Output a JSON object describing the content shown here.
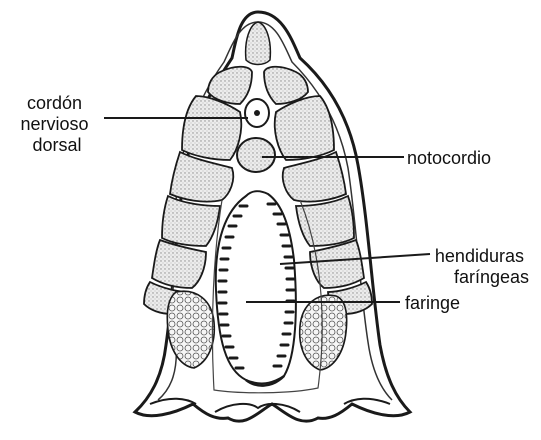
{
  "labels": {
    "nerve_cord": [
      "cordón",
      "nervioso",
      "dorsal"
    ],
    "notochord": "notocordio",
    "gill_slits": [
      "hendiduras",
      "faríngeas"
    ],
    "pharynx": "faringe"
  },
  "colors": {
    "ink": "#1a1a1a",
    "muscle_fill": "#e6e6e6",
    "background": "#ffffff"
  }
}
